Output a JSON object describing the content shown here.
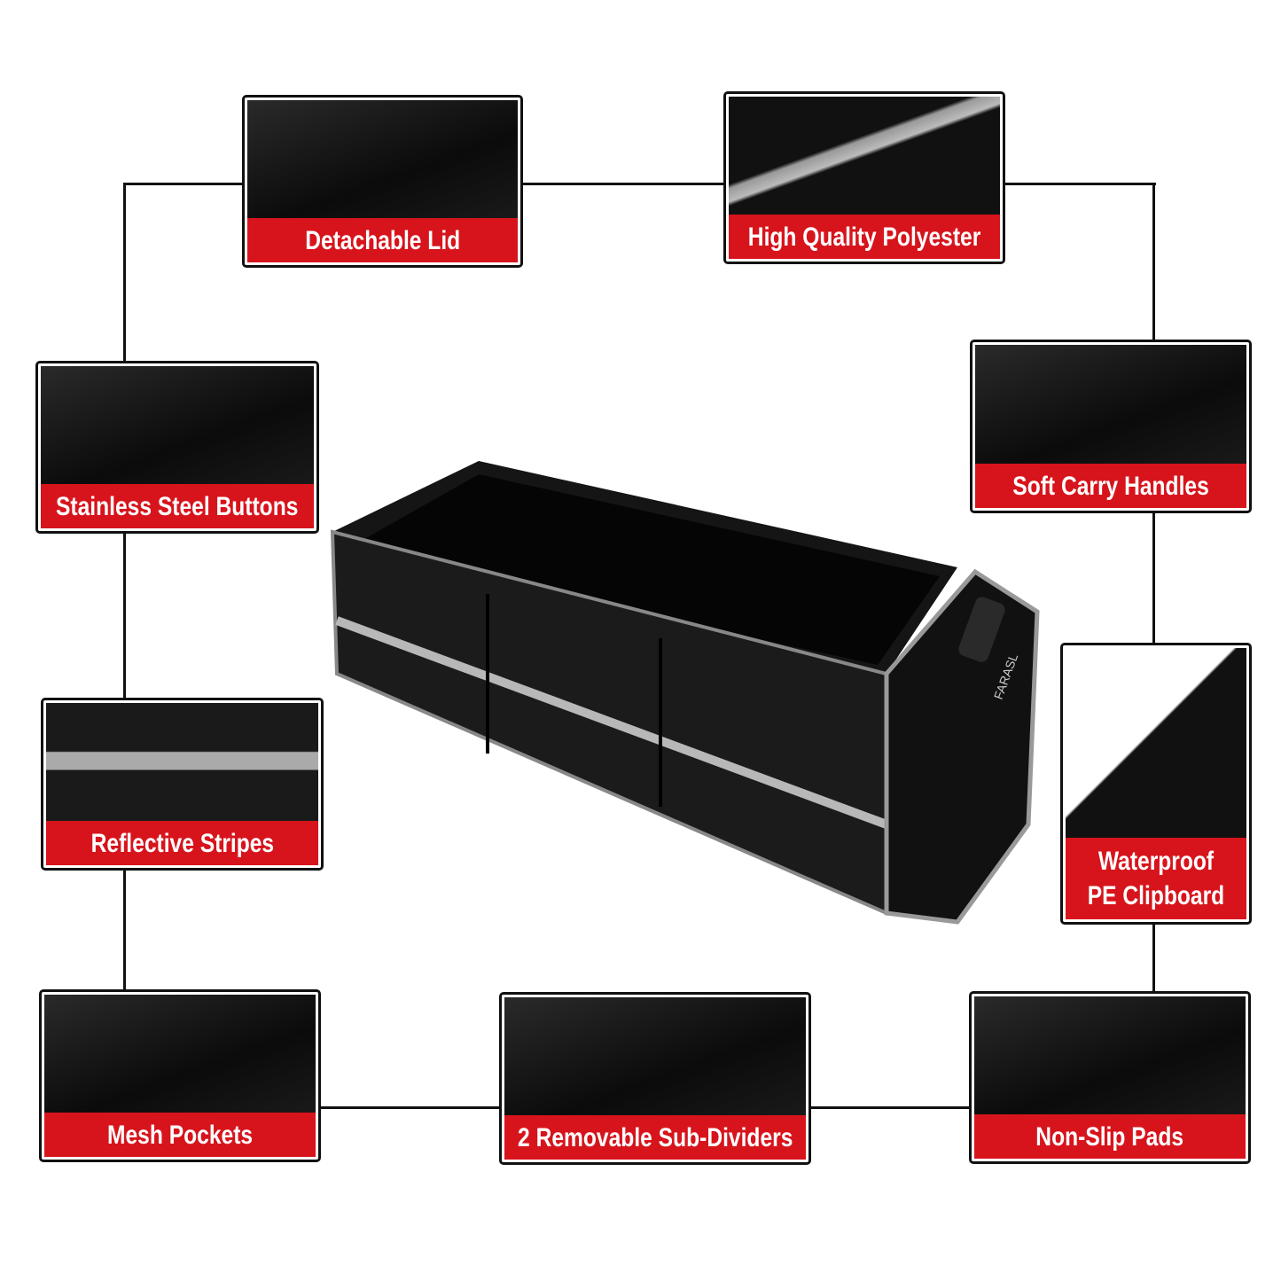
{
  "features": [
    {
      "label": "Detachable Lid"
    },
    {
      "label": "High Quality Polyester"
    },
    {
      "label": "Stainless Steel Buttons"
    },
    {
      "label": "Soft Carry Handles"
    },
    {
      "label": "Reflective Stripes"
    },
    {
      "label": "Waterproof PE Clipboard"
    },
    {
      "label": "Mesh Pockets"
    },
    {
      "label": "2 Removable Sub-Dividers"
    },
    {
      "label": "Non-Slip Pads"
    }
  ],
  "product": {
    "brand_logo": "FARASL"
  },
  "colors": {
    "label_red": "#d7141c",
    "frame": "#111111",
    "reflective": "#b8b8b8"
  }
}
